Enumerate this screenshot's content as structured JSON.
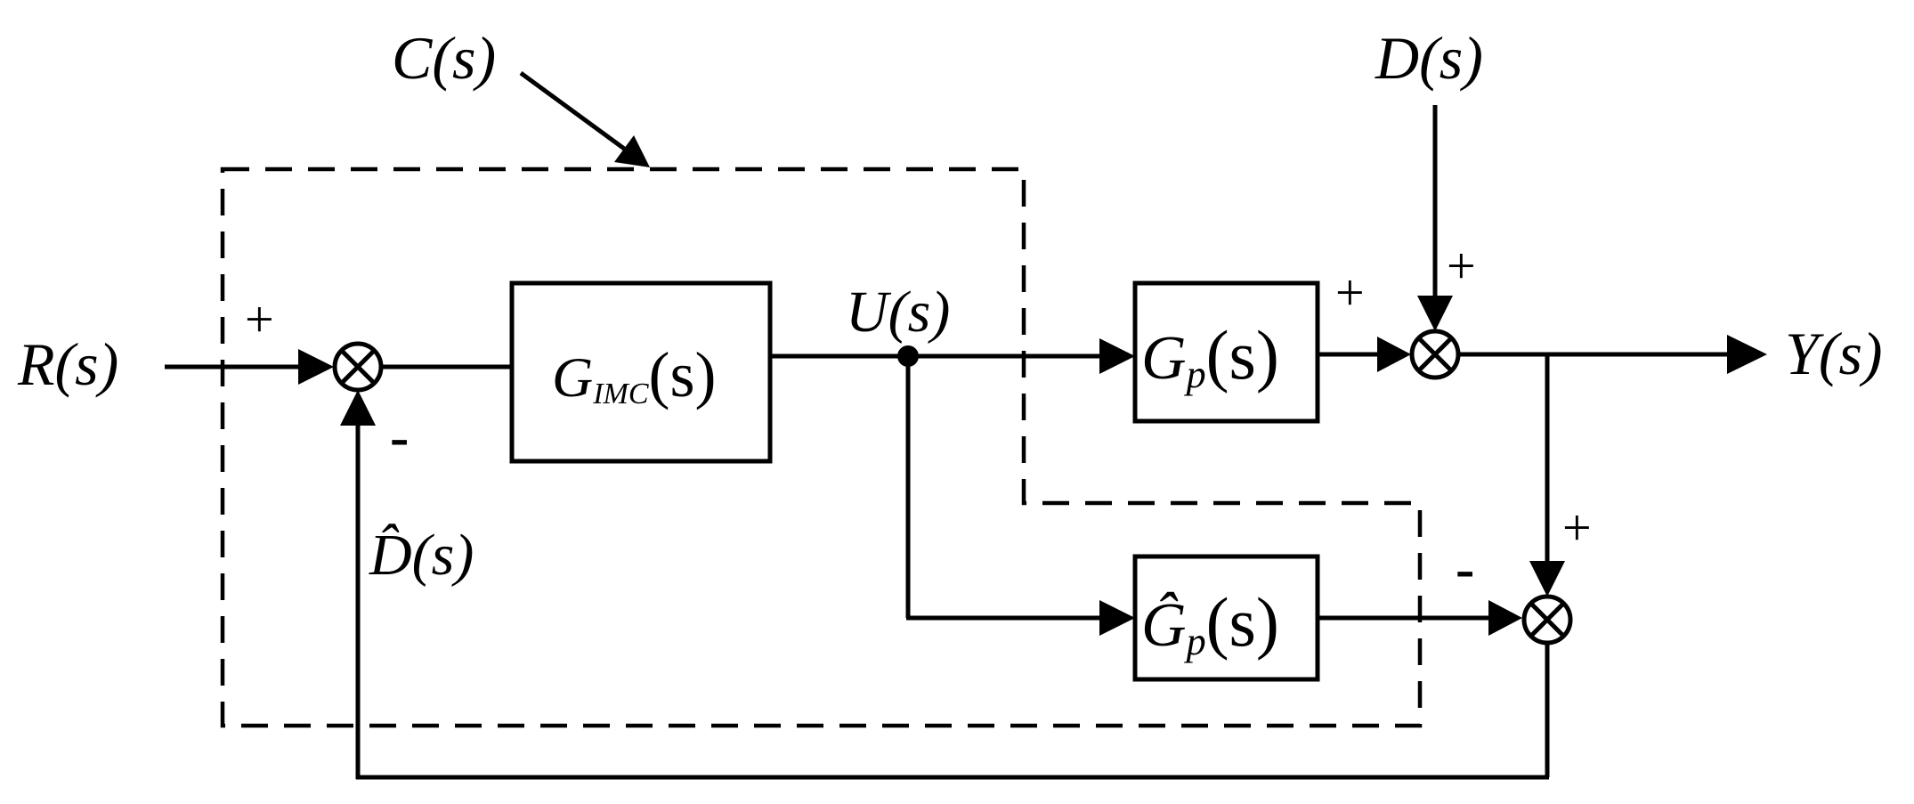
{
  "signals": {
    "reference": "R(s)",
    "output": "Y(s)",
    "disturbance": "D(s)",
    "control": "U(s)",
    "controller": "C(s)",
    "disturbance_estimate": "D̂(s)"
  },
  "blocks": {
    "imc": {
      "main": "G",
      "sub": "IMC",
      "arg": "(s)"
    },
    "plant": {
      "main": "G",
      "sub": "p",
      "arg": "(s)"
    },
    "model": {
      "main": "Ĝ",
      "sub": "p",
      "arg": "(s)"
    }
  },
  "signs": {
    "sum1_reference": "+",
    "sum1_feedback": "-",
    "sum2_plant": "+",
    "sum2_disturbance": "+",
    "sum3_output": "+",
    "sum3_model": "-"
  }
}
